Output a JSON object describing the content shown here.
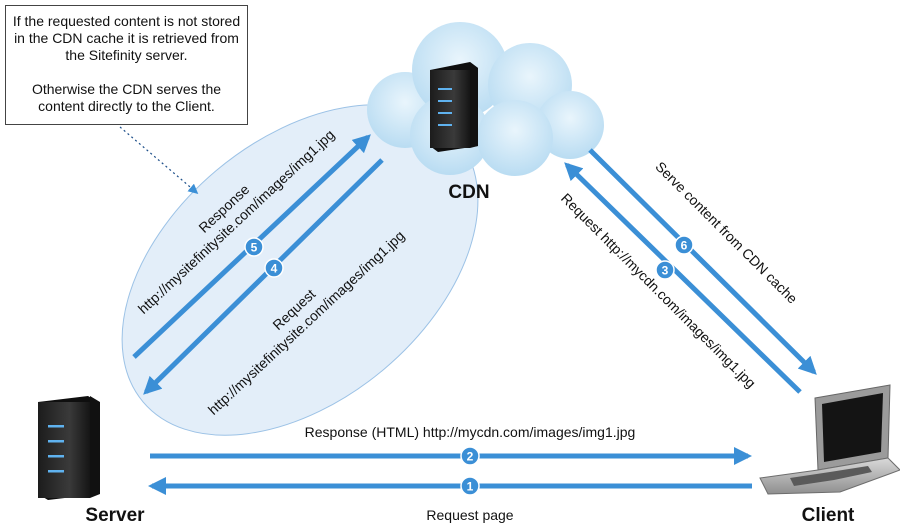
{
  "note": {
    "line1": "If the requested content is not stored in the CDN cache it is retrieved from the Sitefinity server.",
    "line2": "Otherwise the CDN serves the content directly to the Client."
  },
  "nodes": {
    "cdn": "CDN",
    "server": "Server",
    "client": "Client"
  },
  "steps": [
    {
      "num": "1",
      "label": "Request page"
    },
    {
      "num": "2",
      "label": "Response (HTML) http://mycdn.com/images/img1.jpg"
    },
    {
      "num": "3",
      "label": "Request http://mycdn.com/images/img1.jpg"
    },
    {
      "num": "4",
      "label_line1": "Request",
      "label_line2": "http://mysitefinitysite.com/images/img1.jpg"
    },
    {
      "num": "5",
      "label_line1": "Response",
      "label_line2": "http://mysitefinitysite.com/images/img1.jpg"
    },
    {
      "num": "6",
      "label": "Serve content from CDN cache"
    }
  ],
  "colors": {
    "arrow": "#3b8fd6",
    "ellipse": "#e3eef9",
    "cloud": "#c9e4f6",
    "server_body": "#2b2b2b"
  }
}
